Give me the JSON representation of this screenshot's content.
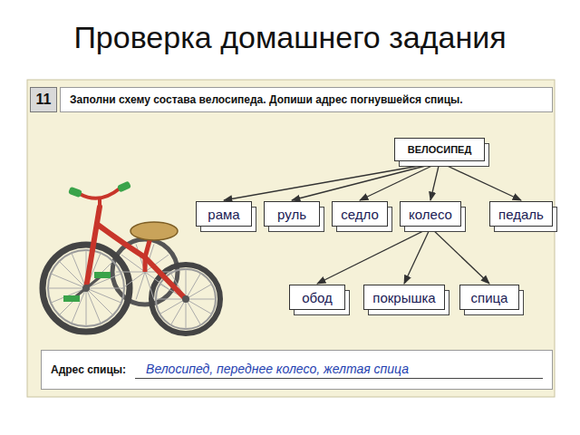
{
  "diagram": {
    "title": "Проверка домашнего задания",
    "nodes": [
      {
        "text": [
          "11"
        ]
      },
      {
        "text": [
          "Заполни схему состава велосипеда. Допиши адрес погнувшейся спицы."
        ]
      },
      {
        "text": [
          "ВЕЛОСИПЕД"
        ]
      },
      {
        "text": [
          "рама"
        ]
      },
      {
        "text": [
          "руль"
        ]
      },
      {
        "text": [
          "седло"
        ]
      },
      {
        "text": [
          "колесо"
        ]
      },
      {
        "text": [
          "педаль"
        ]
      },
      {
        "text": [
          "обод"
        ]
      },
      {
        "text": [
          "покрышка"
        ]
      },
      {
        "text": [
          "спица"
        ]
      },
      {
        "text": [
          "Адрес спицы:",
          "Велосипед, переднее колесо, желтая спица"
        ]
      }
    ],
    "edges": [
      {
        "from": 2,
        "to": 3,
        "arrow": "to"
      },
      {
        "from": 2,
        "to": 4,
        "arrow": "to"
      },
      {
        "from": 2,
        "to": 5,
        "arrow": "to"
      },
      {
        "from": 2,
        "to": 6,
        "arrow": "to"
      },
      {
        "from": 2,
        "to": 7,
        "arrow": "to"
      },
      {
        "from": 6,
        "to": 8,
        "arrow": "to"
      },
      {
        "from": 6,
        "to": 9,
        "arrow": "to"
      },
      {
        "from": 6,
        "to": 10,
        "arrow": "to"
      }
    ]
  }
}
